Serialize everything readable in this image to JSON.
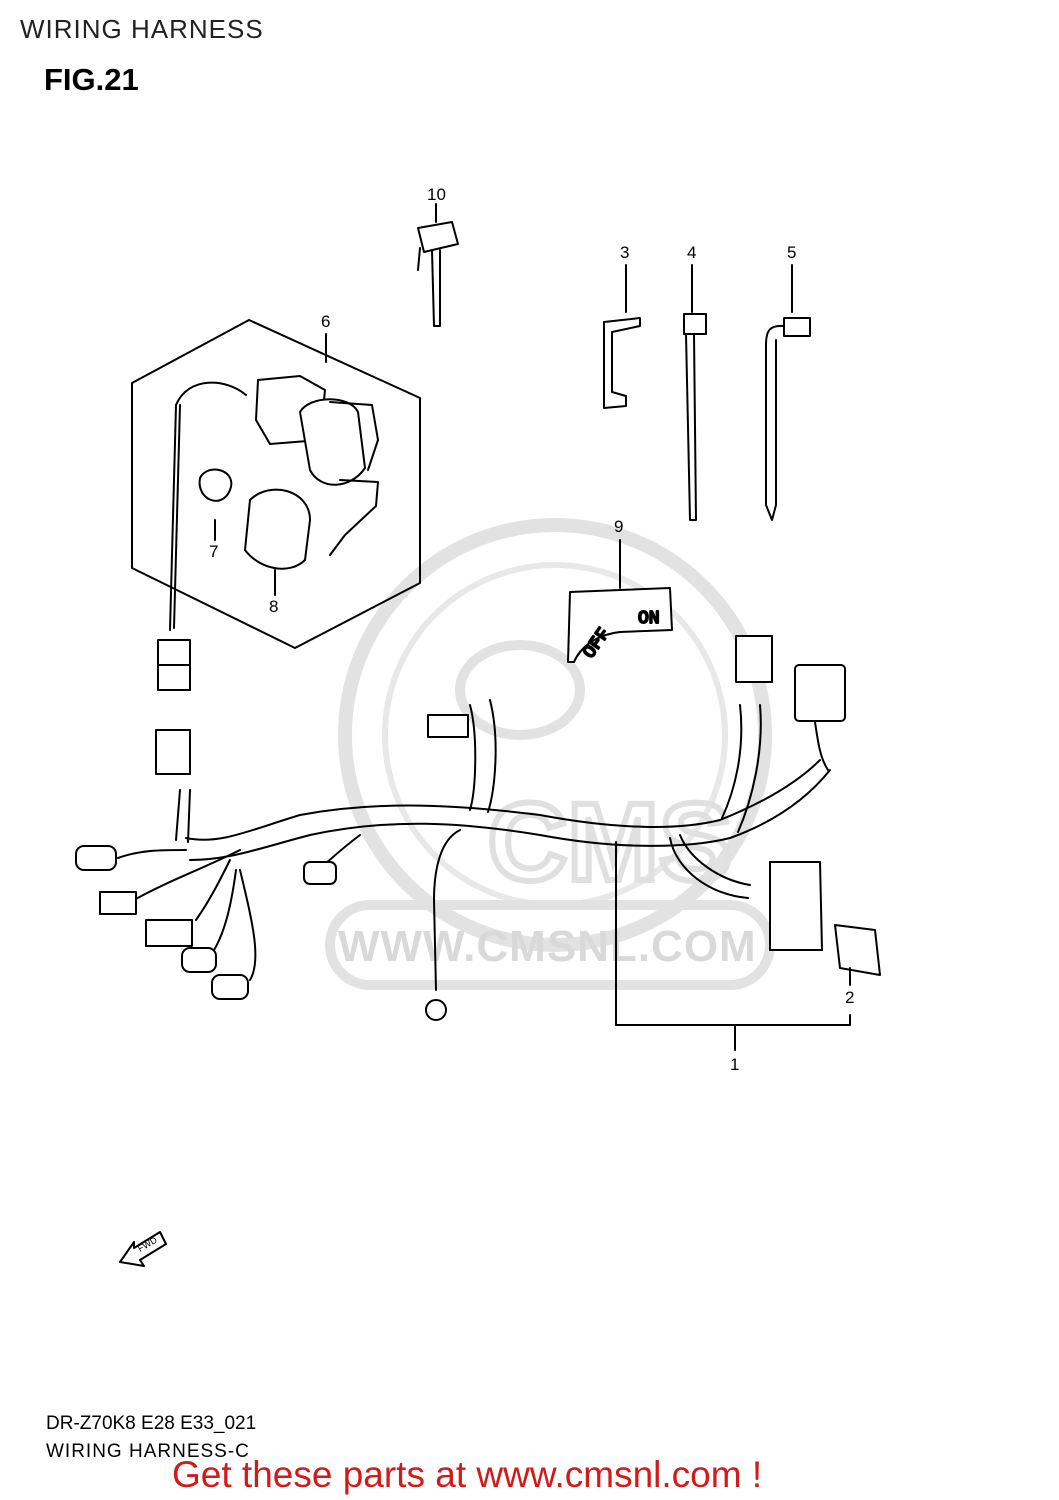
{
  "header": {
    "title": "WIRING HARNESS",
    "figure": "FIG.21"
  },
  "callouts": [
    "1",
    "2",
    "3",
    "4",
    "5",
    "6",
    "7",
    "8",
    "9",
    "10"
  ],
  "switch_plate": {
    "off": "OFF",
    "on": "ON"
  },
  "arrow_label": "FWD",
  "watermark": {
    "text": "WWW.CMSNL.COM",
    "logo": "CMS"
  },
  "footer": {
    "code": "DR-Z70K8 E28 E33_021",
    "subtitle": "WIRING HARNESS-C",
    "promo": "Get these parts at www.cmsnl.com !"
  },
  "colors": {
    "line": "#000000",
    "watermark": "#d9d9d9",
    "promo": "#d11b1b"
  }
}
